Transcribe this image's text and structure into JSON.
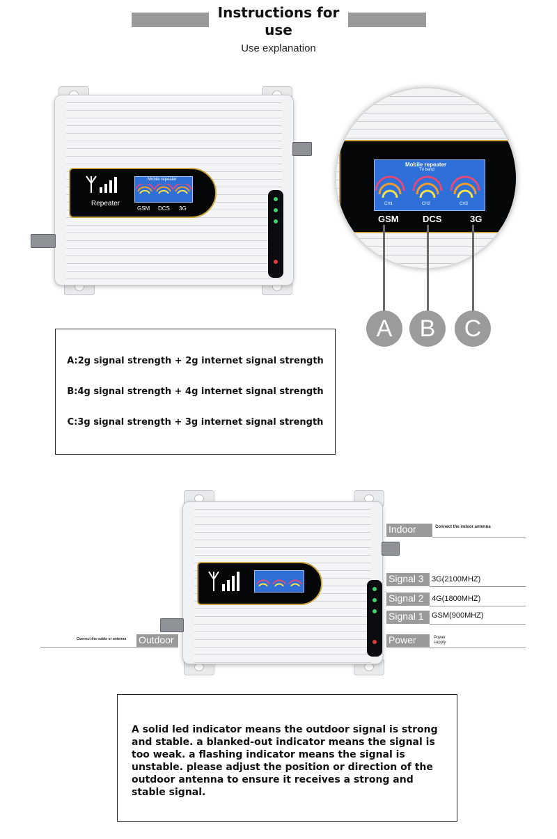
{
  "header": {
    "title": "Instructions for use",
    "subtitle": "Use explanation"
  },
  "device": {
    "brand": "Repeater",
    "lcd_title": "Mobile repeater",
    "lcd_subtitle": "Tri band",
    "bands": [
      "GSM",
      "DCS",
      "3G"
    ],
    "channels": [
      "CH1",
      "CH2",
      "CH3"
    ]
  },
  "callouts": {
    "letters": [
      "A",
      "B",
      "C"
    ]
  },
  "legend": {
    "items": [
      "A:2g signal strength + 2g internet signal strength",
      "B:4g signal strength + 4g internet signal strength",
      "C:3g signal strength + 3g internet signal strength"
    ]
  },
  "diagram": {
    "indoor": {
      "label": "Indoor",
      "note": "Connect the indoor antenna"
    },
    "outdoor": {
      "label": "Outdoor",
      "note": "Connect the outdo or antenna"
    },
    "signals": [
      {
        "label": "Signal 3",
        "freq": "3G(2100MHZ)"
      },
      {
        "label": "Signal 2",
        "freq": "4G(1800MHZ)"
      },
      {
        "label": "Signal 1",
        "freq": "GSM(900MHZ)"
      }
    ],
    "power": {
      "label": "Power",
      "note": "Power supply"
    }
  },
  "note": {
    "text": "A solid led indicator means the outdoor signal is strong and stable. a blanked-out indicator means the signal is too weak. a flashing indicator means the signal is unstable. please adjust the position or direction of the outdoor antenna to ensure it receives a strong and stable signal."
  },
  "colors": {
    "label_gray": "#9a9a9a",
    "lcd_blue": "#2f6fd6",
    "panel_gold": "#c9a640",
    "led_green": "#3bd16f",
    "led_red": "#e33b3b"
  }
}
